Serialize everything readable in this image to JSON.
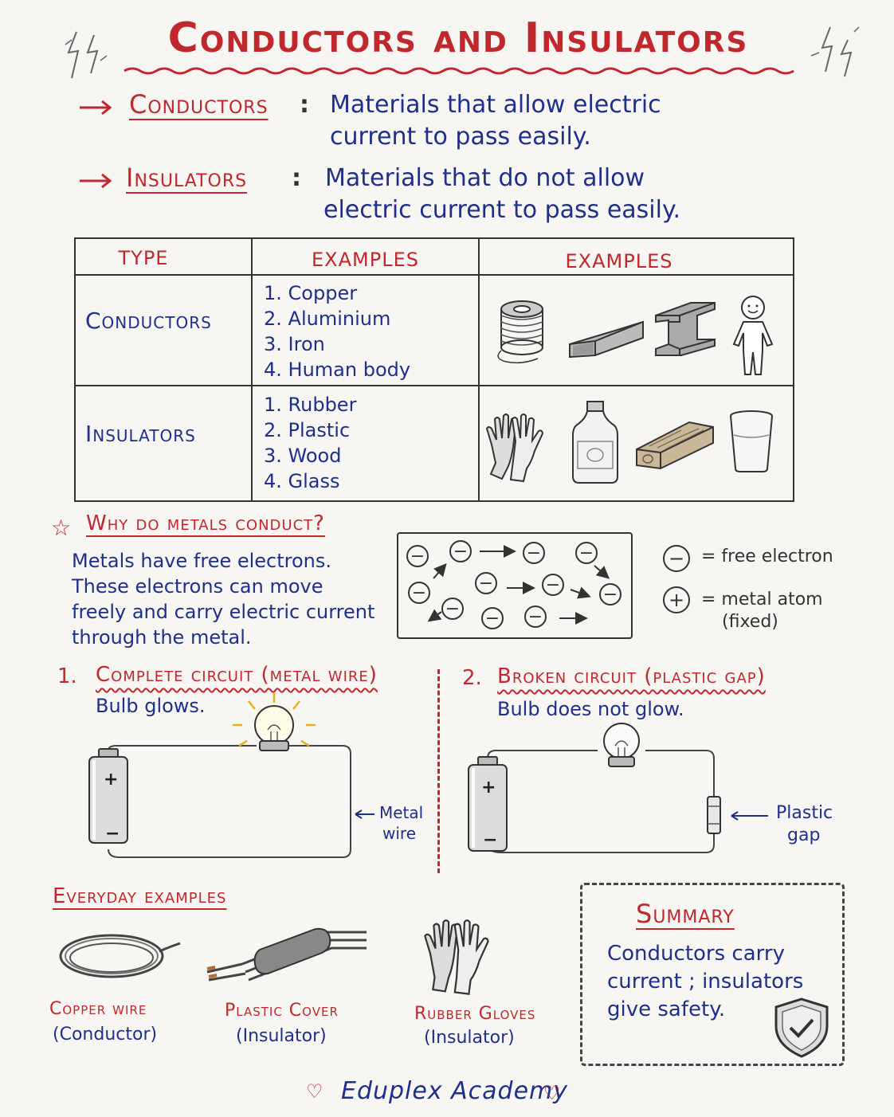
{
  "title": "Conductors and Insulators",
  "definitions": [
    {
      "term": "Conductors",
      "colon": ":",
      "line1": "Materials that allow electric",
      "line2": "current to pass easily."
    },
    {
      "term": "Insulators",
      "colon": ":",
      "line1": "Materials that do not allow",
      "line2": "electric current to pass easily."
    }
  ],
  "table": {
    "headers": [
      "TYPE",
      "EXAMPLES",
      "EXAMPLES"
    ],
    "rows": [
      {
        "type": "Conductors",
        "items": [
          "1. Copper",
          "2. Aluminium",
          "3. Iron",
          "4. Human body"
        ],
        "icons": [
          "copper-coil-icon",
          "aluminium-bar-icon",
          "iron-beam-icon",
          "human-figure-icon"
        ]
      },
      {
        "type": "Insulators",
        "items": [
          "1. Rubber",
          "2. Plastic",
          "3. Wood",
          "4. Glass"
        ],
        "icons": [
          "rubber-gloves-icon",
          "plastic-bottle-icon",
          "wood-block-icon",
          "glass-cup-icon"
        ]
      }
    ]
  },
  "why": {
    "star": "☆",
    "heading": "Why do metals conduct?",
    "lines": [
      "Metals have free electrons.",
      "These electrons can move",
      "freely and carry electric current",
      "through the metal."
    ],
    "minus_symbol": "−",
    "plus_symbol": "+",
    "legend_electron": "= free electron",
    "legend_atom_line1": "= metal atom",
    "legend_atom_line2": "(fixed)"
  },
  "circuits": [
    {
      "number": "1.",
      "title": "Complete circuit (metal wire)",
      "caption": "Bulb glows.",
      "plus": "+",
      "minus": "−",
      "label_line1": "Metal",
      "label_line2": "wire",
      "bulb_lit": true
    },
    {
      "number": "2.",
      "title": "Broken circuit (plastic gap)",
      "caption": "Bulb does not glow.",
      "plus": "+",
      "minus": "−",
      "label_line1": "Plastic",
      "label_line2": "gap",
      "bulb_lit": false
    }
  ],
  "everyday": {
    "heading": "Everyday examples",
    "items": [
      {
        "name": "Copper wire",
        "kind": "(Conductor)",
        "icon": "copper-wire-icon"
      },
      {
        "name": "Plastic Cover",
        "kind": "(Insulator)",
        "icon": "plastic-cover-icon"
      },
      {
        "name": "Rubber Gloves",
        "kind": "(Insulator)",
        "icon": "rubber-gloves-icon"
      }
    ]
  },
  "summary": {
    "heading": "Summary",
    "lines": [
      "Conductors carry",
      "current ; insulators",
      "give safety."
    ],
    "icon": "shield-check-icon"
  },
  "footer": {
    "text": "Eduplex Academy",
    "heart": "♡"
  },
  "colors": {
    "red": "#c0282d",
    "blue": "#1f2f8c",
    "paper": "#f7f6f2",
    "pencil": "#444444",
    "bulb_glow": "#e8b21f"
  }
}
